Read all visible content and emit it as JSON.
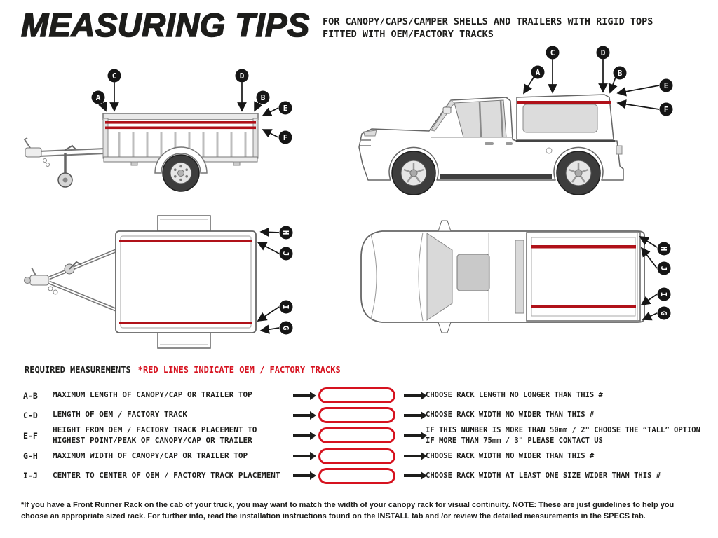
{
  "colors": {
    "accent_red": "#d6121f",
    "track_red": "#b01119",
    "ink": "#1d1d1b"
  },
  "header": {
    "title": "MEASURING TIPS",
    "subtitle": "FOR CANOPY/CAPS/CAMPER SHELLS AND TRAILERS WITH RIGID TOPS\nFITTED WITH OEM/FACTORY TRACKS"
  },
  "callout_letters": {
    "A": "A",
    "B": "B",
    "C": "C",
    "D": "D",
    "E": "E",
    "F": "F",
    "G": "G",
    "H": "H",
    "I": "I",
    "J": "J"
  },
  "legend": {
    "required": "REQUIRED MEASUREMENTS",
    "red_note": "*RED LINES INDICATE OEM / FACTORY TRACKS"
  },
  "measurements": [
    {
      "code": "A-B",
      "description": "MAXIMUM LENGTH OF CANOPY/CAP OR TRAILER TOP",
      "result": "CHOOSE RACK LENGTH NO LONGER THAN THIS #"
    },
    {
      "code": "C-D",
      "description": "LENGTH OF OEM / FACTORY TRACK",
      "result": "CHOOSE RACK WIDTH NO WIDER THAN THIS #"
    },
    {
      "code": "E-F",
      "description": "HEIGHT FROM OEM / FACTORY TRACK PLACEMENT TO\nHIGHEST POINT/PEAK OF CANOPY/CAP OR TRAILER",
      "result": "IF THIS NUMBER IS MORE THAN 50mm / 2\" CHOOSE THE “TALL” OPTION\nIF MORE THAN 75mm / 3\" PLEASE CONTACT US"
    },
    {
      "code": "G-H",
      "description": "MAXIMUM WIDTH OF CANOPY/CAP OR TRAILER TOP",
      "result": "CHOOSE RACK WIDTH NO WIDER THAN THIS #"
    },
    {
      "code": "I-J",
      "description": "CENTER TO CENTER OF OEM / FACTORY TRACK PLACEMENT",
      "result": "CHOOSE RACK WIDTH AT LEAST ONE SIZE WIDER THAN THIS #"
    }
  ],
  "footnote": "*If you have a Front Runner Rack on the cab of your truck, you may want to match the width of your canopy rack for visual continuity. NOTE: These are just guidelines to help you choose an appropriate sized rack. For further info, read the installation instructions found on the INSTALL tab and /or review the detailed measurements in the SPECS tab."
}
